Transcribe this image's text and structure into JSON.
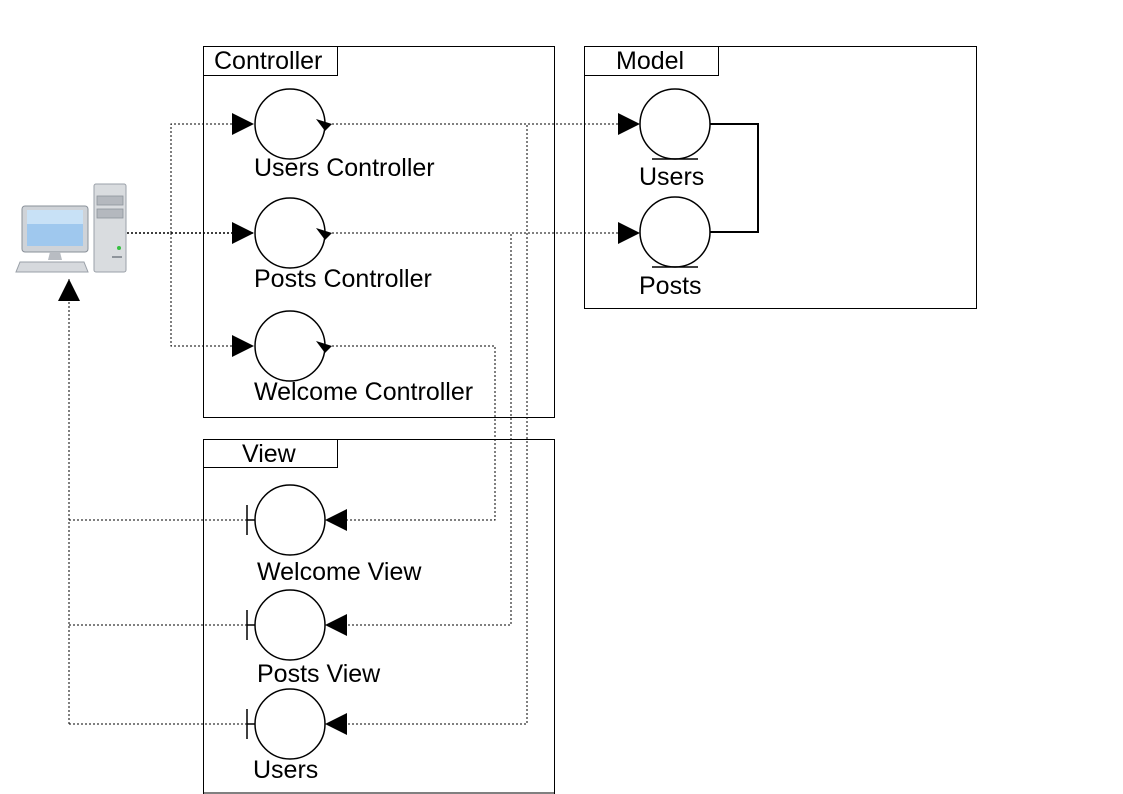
{
  "packages": {
    "controller": {
      "title": "Controller"
    },
    "model": {
      "title": "Model"
    },
    "view": {
      "title": "View"
    }
  },
  "controllers": {
    "users": "Users Controller",
    "posts": "Posts Controller",
    "welcome": "Welcome Controller"
  },
  "entities": {
    "users": "Users",
    "posts": "Posts"
  },
  "views": {
    "welcome": "Welcome View",
    "posts": "Posts View",
    "users": "Users"
  },
  "icons": {
    "client": "desktop-computer-icon"
  },
  "colors": {
    "line": "#000000",
    "background": "#ffffff"
  }
}
